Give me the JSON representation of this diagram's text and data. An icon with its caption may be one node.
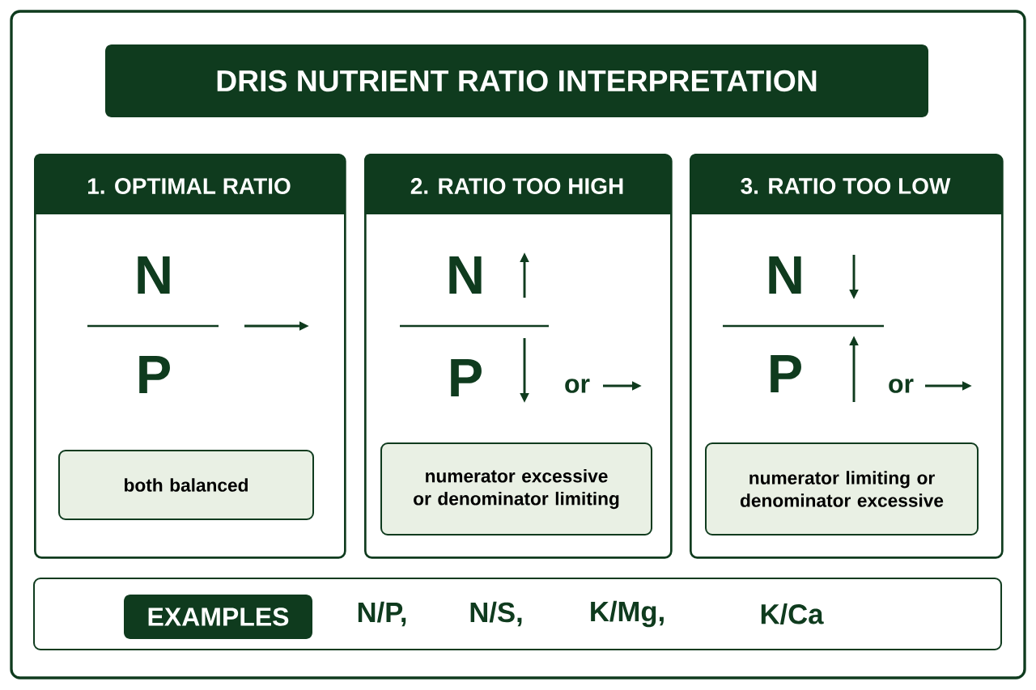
{
  "diagram": {
    "title": "DRIS NUTRIENT RATIO INTERPRETATION",
    "nodes": [
      {
        "text": [
          "1. OPTIMAL RATIO"
        ]
      },
      {
        "text": [
          "both balanced"
        ],
        "in": 0
      },
      {
        "text": [
          "2. RATIO TOO HIGH"
        ]
      },
      {
        "text": [
          "numerator excessive or denominator limiting"
        ],
        "in": 2
      },
      {
        "text": [
          "3. RATIO TOO LOW"
        ]
      },
      {
        "text": [
          "numerator limiting or denominator excessive"
        ],
        "in": 4
      },
      {
        "text": [
          "N/P,",
          "N/S,",
          "K/Mg,",
          "K/Ca"
        ]
      },
      {
        "text": [
          "EXAMPLES"
        ],
        "in": 6
      }
    ],
    "labels": [
      "N",
      "P",
      "N",
      "P",
      "or",
      "N",
      "P",
      "or"
    ]
  }
}
